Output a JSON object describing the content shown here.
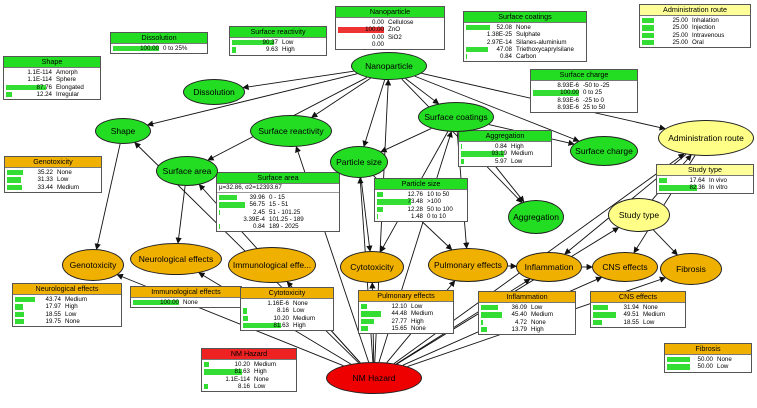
{
  "colors": {
    "root_node": "#ee0000",
    "intermediate_node": "#22dd22",
    "outcome_node": "#f0b000",
    "study_node": "#ffff88",
    "header_red": "#ee2222",
    "header_green": "#22dd22",
    "header_orange": "#f0b000",
    "header_yellow": "#ffff99",
    "bar": "#33dd33"
  },
  "nodes": [
    {
      "id": "nm_hazard",
      "label": "NM Hazard",
      "type": "root"
    },
    {
      "id": "nanoparticle",
      "label": "Nanoparticle",
      "type": "intermediate"
    },
    {
      "id": "dissolution",
      "label": "Dissolution",
      "type": "intermediate"
    },
    {
      "id": "shape",
      "label": "Shape",
      "type": "intermediate"
    },
    {
      "id": "surface_reactivity",
      "label": "Surface reactivity",
      "type": "intermediate"
    },
    {
      "id": "surface_coatings",
      "label": "Surface coatings",
      "type": "intermediate"
    },
    {
      "id": "surface_area",
      "label": "Surface area",
      "type": "intermediate"
    },
    {
      "id": "particle_size",
      "label": "Particle size",
      "type": "intermediate"
    },
    {
      "id": "aggregation",
      "label": "Aggregation",
      "type": "intermediate"
    },
    {
      "id": "surface_charge",
      "label": "Surface charge",
      "type": "intermediate"
    },
    {
      "id": "administration_route",
      "label": "Administration route",
      "type": "study"
    },
    {
      "id": "study_type",
      "label": "Study type",
      "type": "study"
    },
    {
      "id": "genotoxicity",
      "label": "Genotoxicity",
      "type": "outcome"
    },
    {
      "id": "neurological_effects",
      "label": "Neurological effects",
      "type": "outcome"
    },
    {
      "id": "immunological_effects",
      "label": "Immunological effe...",
      "type": "outcome"
    },
    {
      "id": "cytotoxicity",
      "label": "Cytotoxicity",
      "type": "outcome"
    },
    {
      "id": "pulmonary_effects",
      "label": "Pulmonary effects",
      "type": "outcome"
    },
    {
      "id": "inflammation",
      "label": "Inflammation",
      "type": "outcome"
    },
    {
      "id": "cns_effects",
      "label": "CNS effects",
      "type": "outcome"
    },
    {
      "id": "fibrosis",
      "label": "Fibrosis",
      "type": "outcome"
    }
  ],
  "tables": [
    {
      "id": "dissolution",
      "title": "Dissolution",
      "type": "intermediate",
      "rows": [
        {
          "v": "100.00",
          "p": 100,
          "l": "0 to 25%"
        }
      ]
    },
    {
      "id": "shape",
      "title": "Shape",
      "type": "intermediate",
      "rows": [
        {
          "v": "1.1E-114",
          "p": 0,
          "l": "Amorph"
        },
        {
          "v": "1.1E-114",
          "p": 0,
          "l": "Sphere"
        },
        {
          "v": "87.76",
          "p": 87.76,
          "l": "Elongated"
        },
        {
          "v": "12.24",
          "p": 12.24,
          "l": "Irregular"
        }
      ]
    },
    {
      "id": "surface_reactivity",
      "title": "Surface reactivity",
      "type": "intermediate",
      "rows": [
        {
          "v": "90.37",
          "p": 90.37,
          "l": "Low"
        },
        {
          "v": "9.63",
          "p": 9.63,
          "l": "High"
        }
      ]
    },
    {
      "id": "nanoparticle",
      "title": "Nanoparticle",
      "type": "intermediate",
      "rows": [
        {
          "v": "0.00",
          "p": 0,
          "l": "Cellulose"
        },
        {
          "v": "100.00",
          "p": 100,
          "l": "ZnO",
          "red": true
        },
        {
          "v": "0.00",
          "p": 0,
          "l": "SiO2"
        },
        {
          "v": "0.00",
          "p": 0,
          "l": ""
        }
      ]
    },
    {
      "id": "surface_coatings",
      "title": "Surface coatings",
      "type": "intermediate",
      "rows": [
        {
          "v": "52.08",
          "p": 52.08,
          "l": "None"
        },
        {
          "v": "1.38E-25",
          "p": 0,
          "l": "Sulphate"
        },
        {
          "v": "2.97E-14",
          "p": 0,
          "l": "Silanes-aluminium"
        },
        {
          "v": "47.08",
          "p": 47.08,
          "l": "Triethoxycaprylsilane"
        },
        {
          "v": "0.84",
          "p": 0.84,
          "l": "Carbon"
        }
      ]
    },
    {
      "id": "administration_route",
      "title": "Administration route",
      "type": "study",
      "rows": [
        {
          "v": "25.00",
          "p": 25,
          "l": "Inhalation"
        },
        {
          "v": "25.00",
          "p": 25,
          "l": "Injection"
        },
        {
          "v": "25.00",
          "p": 25,
          "l": "Intravenous"
        },
        {
          "v": "25.00",
          "p": 25,
          "l": "Oral"
        }
      ]
    },
    {
      "id": "surface_charge",
      "title": "Surface charge",
      "type": "intermediate",
      "rows": [
        {
          "v": "8.93E-6",
          "p": 0,
          "l": "-50 to -25"
        },
        {
          "v": "100.00",
          "p": 100,
          "l": "0 to 25"
        },
        {
          "v": "8.93E-6",
          "p": 0,
          "l": "-25 to 0"
        },
        {
          "v": "8.93E-6",
          "p": 0,
          "l": "25 to 50"
        }
      ]
    },
    {
      "id": "aggregation",
      "title": "Aggregation",
      "type": "intermediate",
      "rows": [
        {
          "v": "0.84",
          "p": 0.84,
          "l": "High"
        },
        {
          "v": "93.19",
          "p": 93.19,
          "l": "Medium"
        },
        {
          "v": "5.97",
          "p": 5.97,
          "l": "Low"
        }
      ]
    },
    {
      "id": "study_type",
      "title": "Study type",
      "type": "study",
      "rows": [
        {
          "v": "17.64",
          "p": 17.64,
          "l": "In vivo"
        },
        {
          "v": "82.36",
          "p": 82.36,
          "l": "In vitro"
        }
      ]
    },
    {
      "id": "genotoxicity",
      "title": "Genotoxicity",
      "type": "outcome",
      "rows": [
        {
          "v": "35.22",
          "p": 35.22,
          "l": "None"
        },
        {
          "v": "31.33",
          "p": 31.33,
          "l": "Low"
        },
        {
          "v": "33.44",
          "p": 33.44,
          "l": "Medium"
        }
      ]
    },
    {
      "id": "surface_area",
      "title": "Surface area",
      "type": "intermediate",
      "subtitle": "μ=32.86, σ2=12393.67",
      "rows": [
        {
          "v": "39.96",
          "p": 39.96,
          "l": "0 - 15"
        },
        {
          "v": "56.75",
          "p": 56.75,
          "l": "15 - 51"
        },
        {
          "v": "2.45",
          "p": 2.45,
          "l": "51 - 101.25"
        },
        {
          "v": "3.39E-4",
          "p": 0,
          "l": "101.25 - 189"
        },
        {
          "v": "0.84",
          "p": 0.84,
          "l": "189 - 2025"
        }
      ]
    },
    {
      "id": "particle_size",
      "title": "Particle size",
      "type": "intermediate",
      "rows": [
        {
          "v": "12.76",
          "p": 12.76,
          "l": "10 to 50"
        },
        {
          "v": "73.48",
          "p": 73.48,
          "l": ">100"
        },
        {
          "v": "12.28",
          "p": 12.28,
          "l": "50 to 100"
        },
        {
          "v": "1.48",
          "p": 1.48,
          "l": "0 to 10"
        }
      ]
    },
    {
      "id": "neurological_effects",
      "title": "Neurological effects",
      "type": "outcome",
      "rows": [
        {
          "v": "43.74",
          "p": 43.74,
          "l": "Medium"
        },
        {
          "v": "17.97",
          "p": 17.97,
          "l": "High"
        },
        {
          "v": "18.55",
          "p": 18.55,
          "l": "Low"
        },
        {
          "v": "19.75",
          "p": 19.75,
          "l": "None"
        }
      ]
    },
    {
      "id": "immunological_effects",
      "title": "Immunological effects",
      "type": "outcome",
      "rows": [
        {
          "v": "100.00",
          "p": 100,
          "l": "None"
        }
      ]
    },
    {
      "id": "cytotoxicity",
      "title": "Cytotoxicity",
      "type": "outcome",
      "rows": [
        {
          "v": "1.16E-6",
          "p": 0,
          "l": "None"
        },
        {
          "v": "8.16",
          "p": 8.16,
          "l": "Low"
        },
        {
          "v": "10.20",
          "p": 10.2,
          "l": "Medium"
        },
        {
          "v": "81.63",
          "p": 81.63,
          "l": "High"
        }
      ]
    },
    {
      "id": "pulmonary_effects",
      "title": "Pulmonary effects",
      "type": "outcome",
      "rows": [
        {
          "v": "12.10",
          "p": 12.1,
          "l": "Low"
        },
        {
          "v": "44.48",
          "p": 44.48,
          "l": "Medium"
        },
        {
          "v": "27.77",
          "p": 27.77,
          "l": "High"
        },
        {
          "v": "15.65",
          "p": 15.65,
          "l": "None"
        }
      ]
    },
    {
      "id": "inflammation",
      "title": "Inflammation",
      "type": "outcome",
      "rows": [
        {
          "v": "36.09",
          "p": 36.09,
          "l": "Low"
        },
        {
          "v": "45.40",
          "p": 45.4,
          "l": "Medium"
        },
        {
          "v": "4.72",
          "p": 4.72,
          "l": "None"
        },
        {
          "v": "13.79",
          "p": 13.79,
          "l": "High"
        }
      ]
    },
    {
      "id": "cns_effects",
      "title": "CNS effects",
      "type": "outcome",
      "rows": [
        {
          "v": "31.94",
          "p": 31.94,
          "l": "None"
        },
        {
          "v": "49.51",
          "p": 49.51,
          "l": "Medium"
        },
        {
          "v": "18.55",
          "p": 18.55,
          "l": "Low"
        }
      ]
    },
    {
      "id": "fibrosis",
      "title": "Fibrosis",
      "type": "outcome",
      "rows": [
        {
          "v": "50.00",
          "p": 50,
          "l": "None"
        },
        {
          "v": "50.00",
          "p": 50,
          "l": "Low"
        }
      ]
    },
    {
      "id": "nm_hazard",
      "title": "NM Hazard",
      "type": "root",
      "rows": [
        {
          "v": "10.20",
          "p": 10.2,
          "l": "Medium"
        },
        {
          "v": "81.63",
          "p": 81.63,
          "l": "High"
        },
        {
          "v": "1.1E-114",
          "p": 0,
          "l": "None"
        },
        {
          "v": "8.16",
          "p": 8.16,
          "l": "Low"
        }
      ]
    }
  ]
}
